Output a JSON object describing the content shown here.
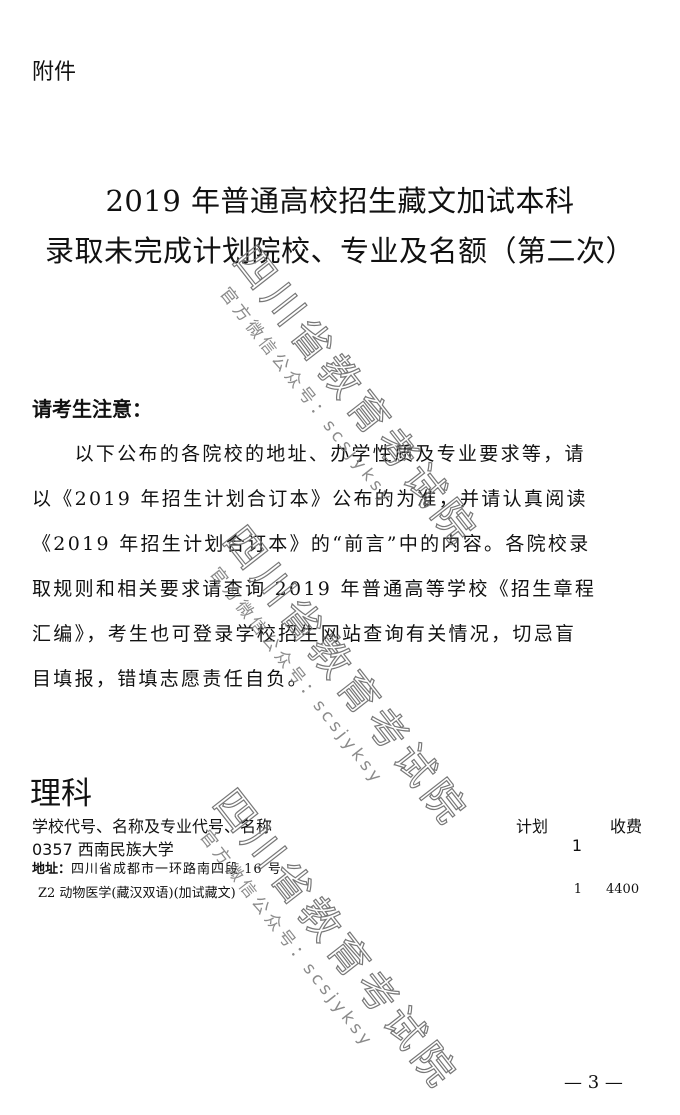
{
  "header": {
    "attachment_label": "附件"
  },
  "title": {
    "line1": "2019 年普通高校招生藏文加试本科",
    "line2": "录取未完成计划院校、专业及名额（第二次）"
  },
  "notice": {
    "heading": "请考生注意：",
    "lines": [
      "　　以下公布的各院校的地址、办学性质及专业要求等，请",
      "以《2019 年招生计划合订本》公布的为准，并请认真阅读",
      "《2019 年招生计划合订本》的“前言”中的内容。各院校录",
      "取规则和相关要求请查询 2019 年普通高等学校《招生章程",
      "汇编》，考生也可登录学校招生网站查询有关情况，切忌盲",
      "目填报，错填志愿责任自负。"
    ]
  },
  "section": {
    "title": "理科",
    "table": {
      "headers": {
        "name": "学校代号、名称及专业代号、名称",
        "plan": "计划",
        "fee": "收费"
      },
      "school": {
        "code_name": "0357  西南民族大学",
        "plan": "1"
      },
      "address": {
        "label": "地址：",
        "value": "四川省成都市一环路南四段 16 号"
      },
      "majors": [
        {
          "code_name": "Z2  动物医学(藏汉双语)(加试藏文)",
          "plan": "1",
          "fee": "4400"
        }
      ]
    }
  },
  "watermark": {
    "main": "四川省教育考试院",
    "sub": "官方微信公众号：scsjyksy"
  },
  "footer": {
    "page_number": "— 3 —"
  }
}
